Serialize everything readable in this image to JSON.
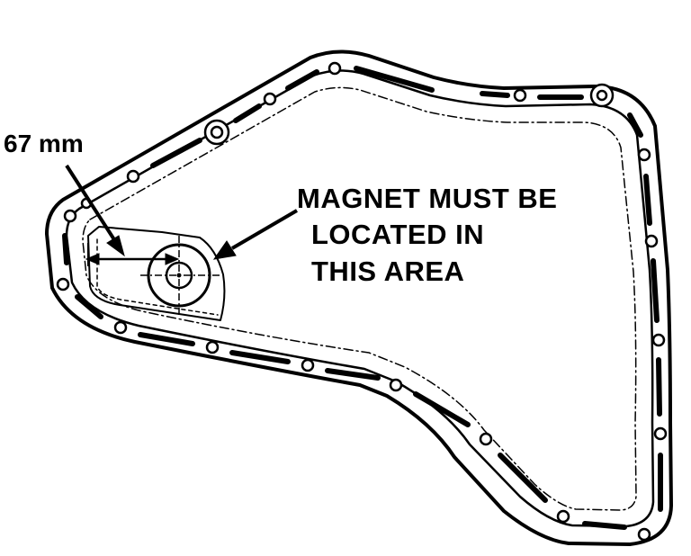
{
  "diagram": {
    "dimension_label": "67 mm",
    "callout_lines": [
      "MAGNET MUST BE",
      "LOCATED IN",
      "THIS AREA"
    ]
  }
}
